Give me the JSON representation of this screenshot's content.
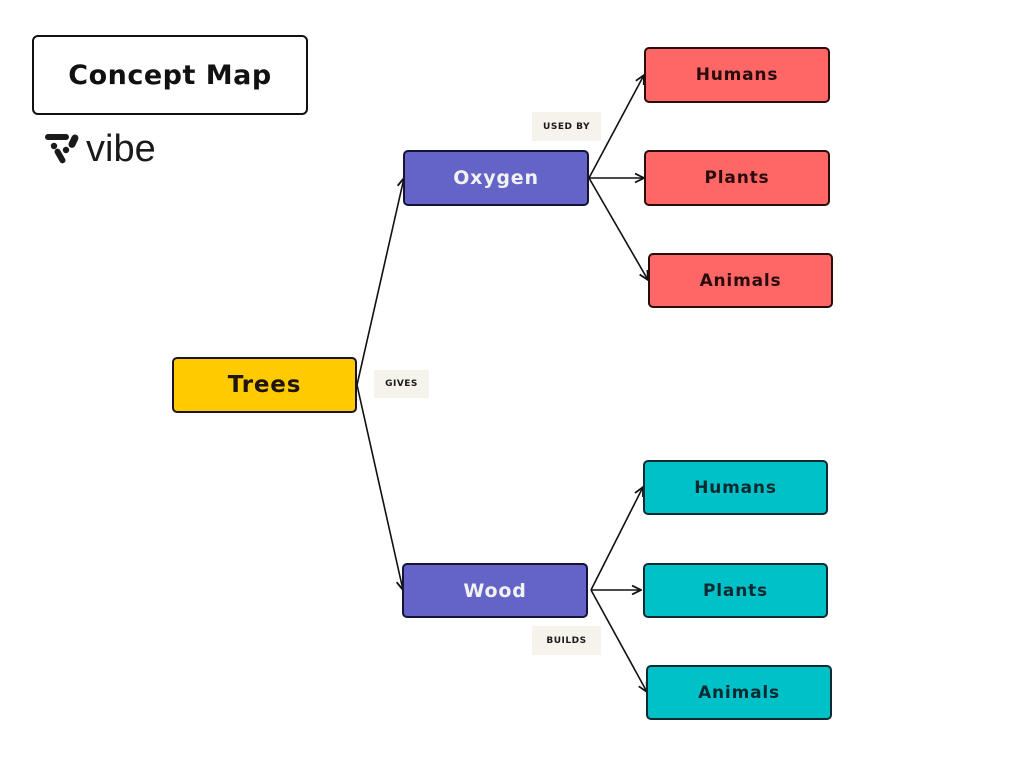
{
  "header": {
    "title": "Concept Map",
    "logo_text": "vibe"
  },
  "colors": {
    "root": "#ffca00",
    "concept": "#6464c8",
    "oxygen_targets": "#ff6666",
    "wood_targets": "#00c0c8",
    "edge_label_bg": "#f6f2ec"
  },
  "nodes": {
    "root": "Trees",
    "oxygen": "Oxygen",
    "wood": "Wood",
    "oxygen_children": [
      "Humans",
      "Plants",
      "Animals"
    ],
    "wood_children": [
      "Humans",
      "Plants",
      "Animals"
    ]
  },
  "edge_labels": {
    "gives": "GIVES",
    "used_by": "USED BY",
    "builds": "BUILDS"
  }
}
